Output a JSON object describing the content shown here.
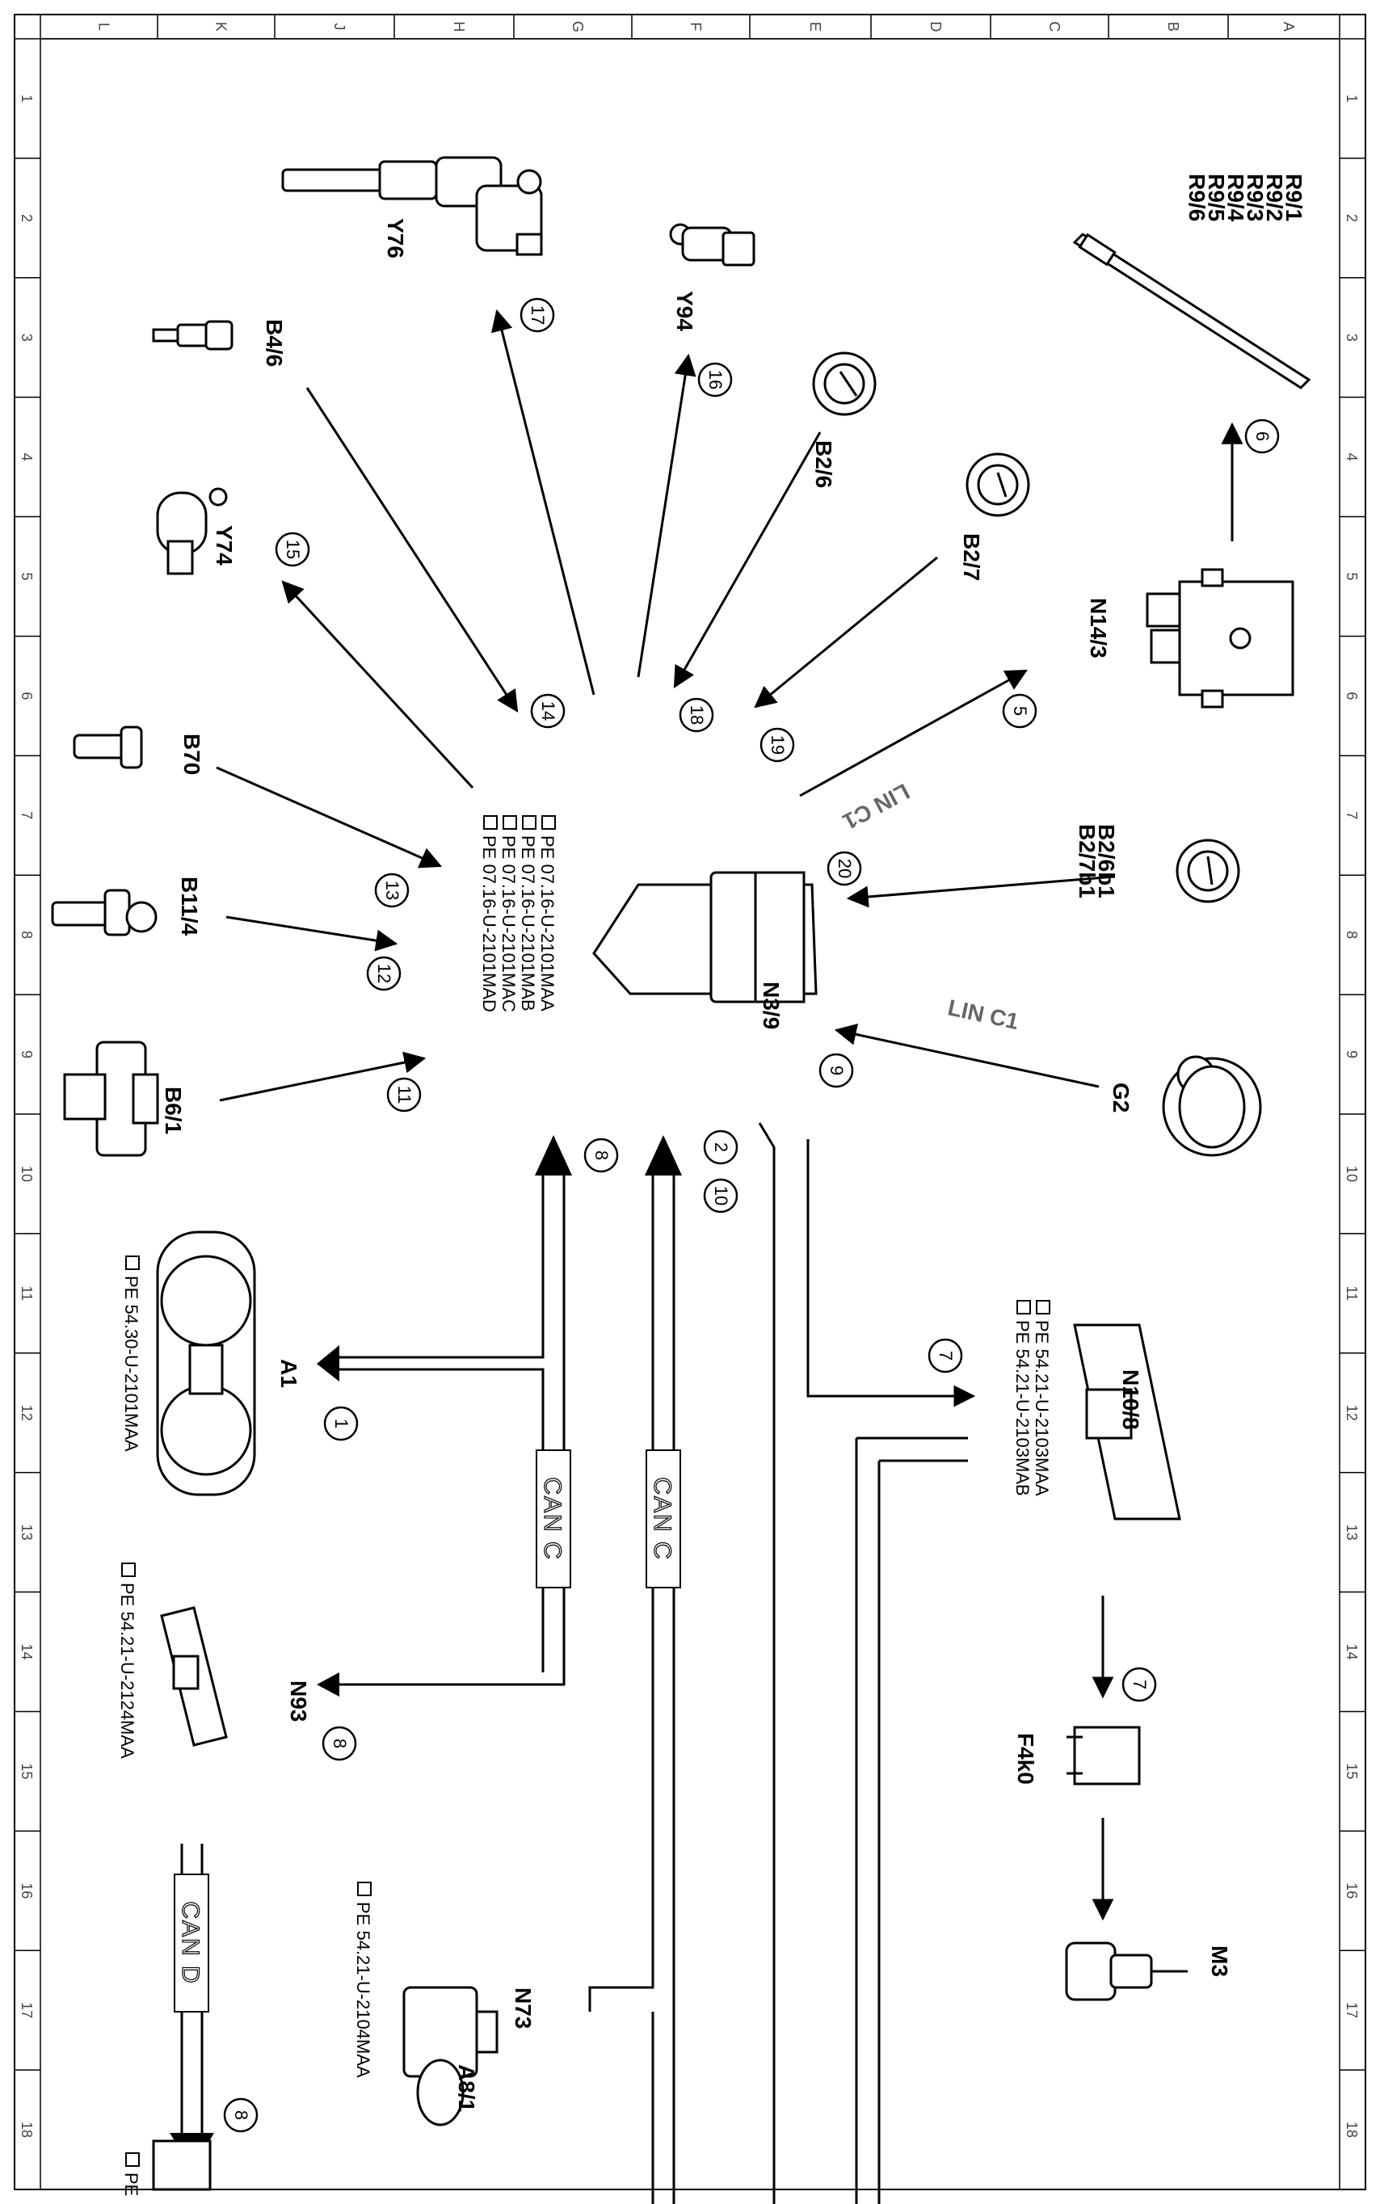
{
  "frame": {
    "col_letters": [
      "L",
      "K",
      "J",
      "H",
      "G",
      "F",
      "E",
      "D",
      "C",
      "B",
      "A"
    ],
    "row_numbers": [
      "1",
      "2",
      "3",
      "4",
      "5",
      "6",
      "7",
      "8",
      "9",
      "10",
      "11",
      "12",
      "13",
      "14",
      "15",
      "16",
      "17",
      "18"
    ]
  },
  "components": {
    "Y76": "Y76",
    "B4_6": "B4/6",
    "Y94": "Y94",
    "B2_6": "B2/6",
    "B2_7": "B2/7",
    "R9_1": "R9/1",
    "R9_2": "R9/2",
    "R9_3": "R9/3",
    "R9_4": "R9/4",
    "R9_5": "R9/5",
    "R9_6": "R9/6",
    "Y74": "Y74",
    "N14_3": "N14/3",
    "B70": "B70",
    "B11_4": "B11/4",
    "B6_1": "B6/1",
    "B2_6b1": "B2/6b1",
    "B2_7b1": "B2/7b1",
    "N3_9": "N3/9",
    "G2": "G2",
    "A1": "A1",
    "N10_8": "N10/8",
    "N93": "N93",
    "F4k0": "F4k0",
    "M3": "M3",
    "N73": "N73",
    "A8_1": "A8/1"
  },
  "references": {
    "n3_9": [
      "PE 07.16-U-2101MAA",
      "PE 07.16-U-2101MAB",
      "PE 07.16-U-2101MAC",
      "PE 07.16-U-2101MAD"
    ],
    "a1": [
      "PE 54.30-U-2101MAA"
    ],
    "n10_8": [
      "PE 54.21-U-2103MAA",
      "PE 54.21-U-2103MAB"
    ],
    "n93": [
      "PE 54.21-U-2124MAA"
    ],
    "n73": [
      "PE 54.21-U-2104MAA"
    ],
    "bottom": "PE"
  },
  "callouts": {
    "c1": "1",
    "c2": "2",
    "c5": "5",
    "c6": "6",
    "c7a": "7",
    "c7b": "7",
    "c8a": "8",
    "c8b": "8",
    "c8c": "8",
    "c9": "9",
    "c10": "10",
    "c11": "11",
    "c12": "12",
    "c13": "13",
    "c14": "14",
    "c15": "15",
    "c16": "16",
    "c17": "17",
    "c18": "18",
    "c19": "19",
    "c20": "20"
  },
  "buses": {
    "can_c_1": "CAN C",
    "can_c_2": "CAN C",
    "can_d": "CAN D",
    "lin_c1_top": "LIN C1",
    "lin_c1_bottom": "LIN C1"
  }
}
